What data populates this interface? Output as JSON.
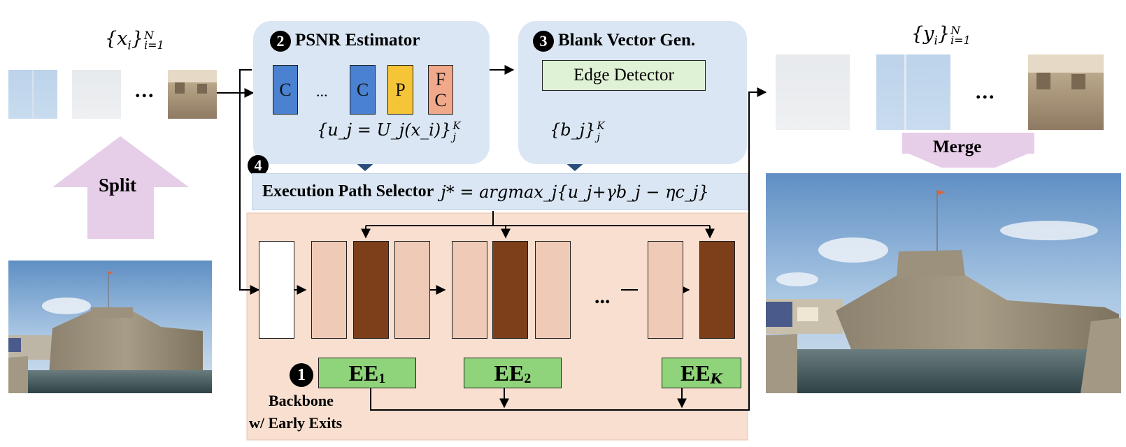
{
  "left": {
    "input_set": "{x",
    "input_set_sub": "i",
    "input_set_tail": "}",
    "input_set_sup": "N",
    "input_set_range": "i=1",
    "split_label": "Split"
  },
  "right": {
    "output_set": "{y",
    "output_set_sub": "i",
    "output_set_tail": "}",
    "output_set_sup": "N",
    "output_set_range": "i=1",
    "merge_label": "Merge"
  },
  "psnr": {
    "number": "2",
    "title": "PSNR Estimator",
    "c1": "C",
    "dots": "...",
    "c2": "C",
    "p": "P",
    "fc_top": "F",
    "fc_bottom": "C",
    "formula": "{u_j = U_j(x_i)}",
    "formula_sup": "K",
    "formula_sub": "j"
  },
  "blank": {
    "number": "3",
    "title": "Blank Vector Gen.",
    "edge": "Edge Detector",
    "vector": "{b_j}",
    "vector_sup": "K",
    "vector_sub": "j"
  },
  "selector": {
    "number": "4",
    "label": "Execution Path Selector",
    "formula": "j* = argmax_j{u_j+γb_j − ηc_j}"
  },
  "backbone": {
    "number": "1",
    "label_line1": "Backbone",
    "label_line2": "w/ Early Exits",
    "ee1": "EE",
    "ee1_sub": "1",
    "ee2": "EE",
    "ee2_sub": "2",
    "eek": "EE",
    "eek_sub": "K",
    "dots": "..."
  },
  "colors": {
    "panel_blue": "#dae6f3",
    "backbone_bg": "#f8dfd0",
    "conv_blue": "#4a82d1",
    "pool_yellow": "#f5c437",
    "fc_salmon": "#f0a98a",
    "block_light": "#efcbb7",
    "block_dark": "#7c3f1a",
    "exit_green": "#8fd37a",
    "edge_green": "#dff2d6",
    "arrow_pink": "#e6cde8",
    "arrow_navy": "#2a4e7c"
  }
}
